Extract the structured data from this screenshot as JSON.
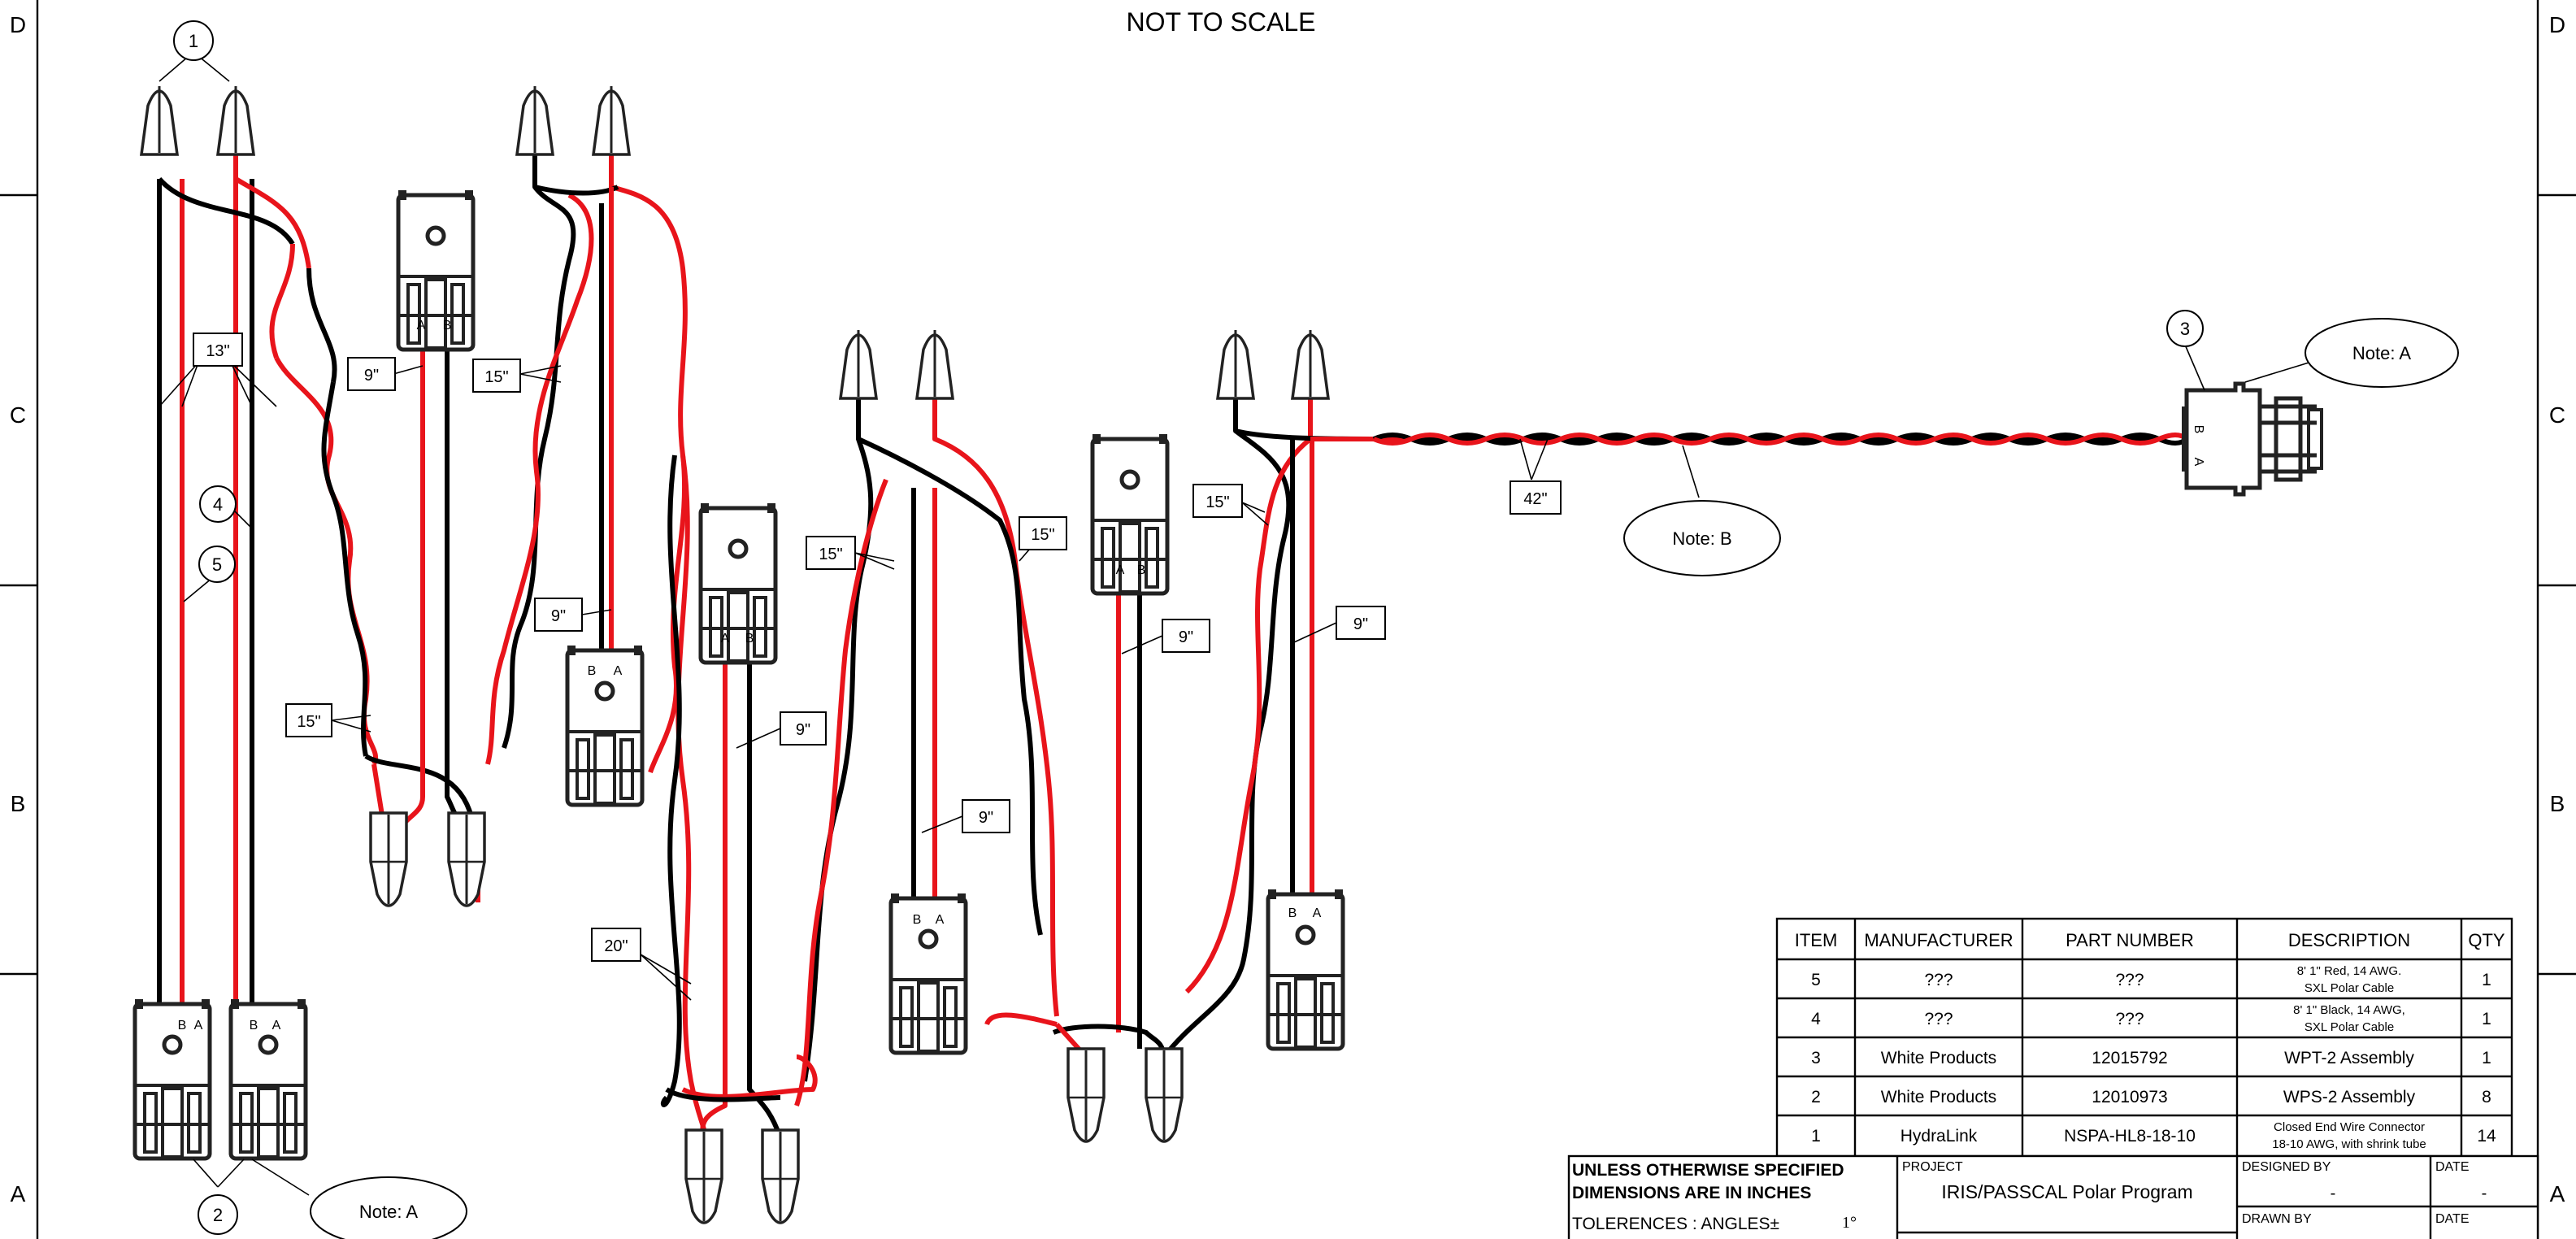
{
  "header": {
    "note": "NOT TO SCALE"
  },
  "zones": {
    "left": [
      "D",
      "C",
      "B",
      "A"
    ],
    "right": [
      "D",
      "C",
      "B",
      "A"
    ]
  },
  "balloons": [
    {
      "id": "b1",
      "text": "1"
    },
    {
      "id": "b2",
      "text": "2"
    },
    {
      "id": "b3",
      "text": "3"
    },
    {
      "id": "b4",
      "text": "4"
    },
    {
      "id": "b5",
      "text": "5"
    }
  ],
  "notes": [
    {
      "id": "note-a-top",
      "text": "Note: A"
    },
    {
      "id": "note-b",
      "text": "Note: B"
    },
    {
      "id": "note-a-bottom",
      "text": "Note: A"
    }
  ],
  "lengths": [
    {
      "id": "l1",
      "text": "13\""
    },
    {
      "id": "l2",
      "text": "9\""
    },
    {
      "id": "l3",
      "text": "15\""
    },
    {
      "id": "l4",
      "text": "9\""
    },
    {
      "id": "l5",
      "text": "15\""
    },
    {
      "id": "l6",
      "text": "15\""
    },
    {
      "id": "l7",
      "text": "15\""
    },
    {
      "id": "l8",
      "text": "9\""
    },
    {
      "id": "l9",
      "text": "9\""
    },
    {
      "id": "l10",
      "text": "20\""
    },
    {
      "id": "l11",
      "text": "15\""
    },
    {
      "id": "l12",
      "text": "9\""
    },
    {
      "id": "l13",
      "text": "9\""
    },
    {
      "id": "l14",
      "text": "42\""
    }
  ],
  "pin_labels": {
    "a": "A",
    "b": "B"
  },
  "bom": {
    "headers": [
      "ITEM",
      "MANUFACTURER",
      "PART NUMBER",
      "DESCRIPTION",
      "QTY"
    ],
    "rows": [
      {
        "item": "5",
        "manufacturer": "???",
        "part": "???",
        "desc1": "8' 1\" Red, 14 AWG.",
        "desc2": "SXL Polar Cable",
        "qty": "1"
      },
      {
        "item": "4",
        "manufacturer": "???",
        "part": "???",
        "desc1": "8' 1\" Black, 14 AWG,",
        "desc2": "SXL Polar Cable",
        "qty": "1"
      },
      {
        "item": "3",
        "manufacturer": "White Products",
        "part": "12015792",
        "desc1": "WPT-2 Assembly",
        "desc2": "",
        "qty": "1"
      },
      {
        "item": "2",
        "manufacturer": "White Products",
        "part": "12010973",
        "desc1": "WPS-2 Assembly",
        "desc2": "",
        "qty": "8"
      },
      {
        "item": "1",
        "manufacturer": "HydraLink",
        "part": "NSPA-HL8-18-10",
        "desc1": "Closed End Wire Connector",
        "desc2": "18-10 AWG, with shrink tube",
        "qty": "14"
      }
    ]
  },
  "title_block": {
    "spec_line1": "UNLESS OTHERWISE SPECIFIED",
    "spec_line2": "DIMENSIONS ARE IN INCHES",
    "tolerances": "TOLERENCES : ANGLES±",
    "angle": "1°",
    "project_label": "PROJECT",
    "project_value": "IRIS/PASSCAL Polar Program",
    "designed_by_label": "DESIGNED BY",
    "designed_by_value": "-",
    "date_label": "DATE",
    "date_value": "-",
    "drawn_by_label": "DRAWN BY",
    "drawn_date_label": "DATE"
  }
}
